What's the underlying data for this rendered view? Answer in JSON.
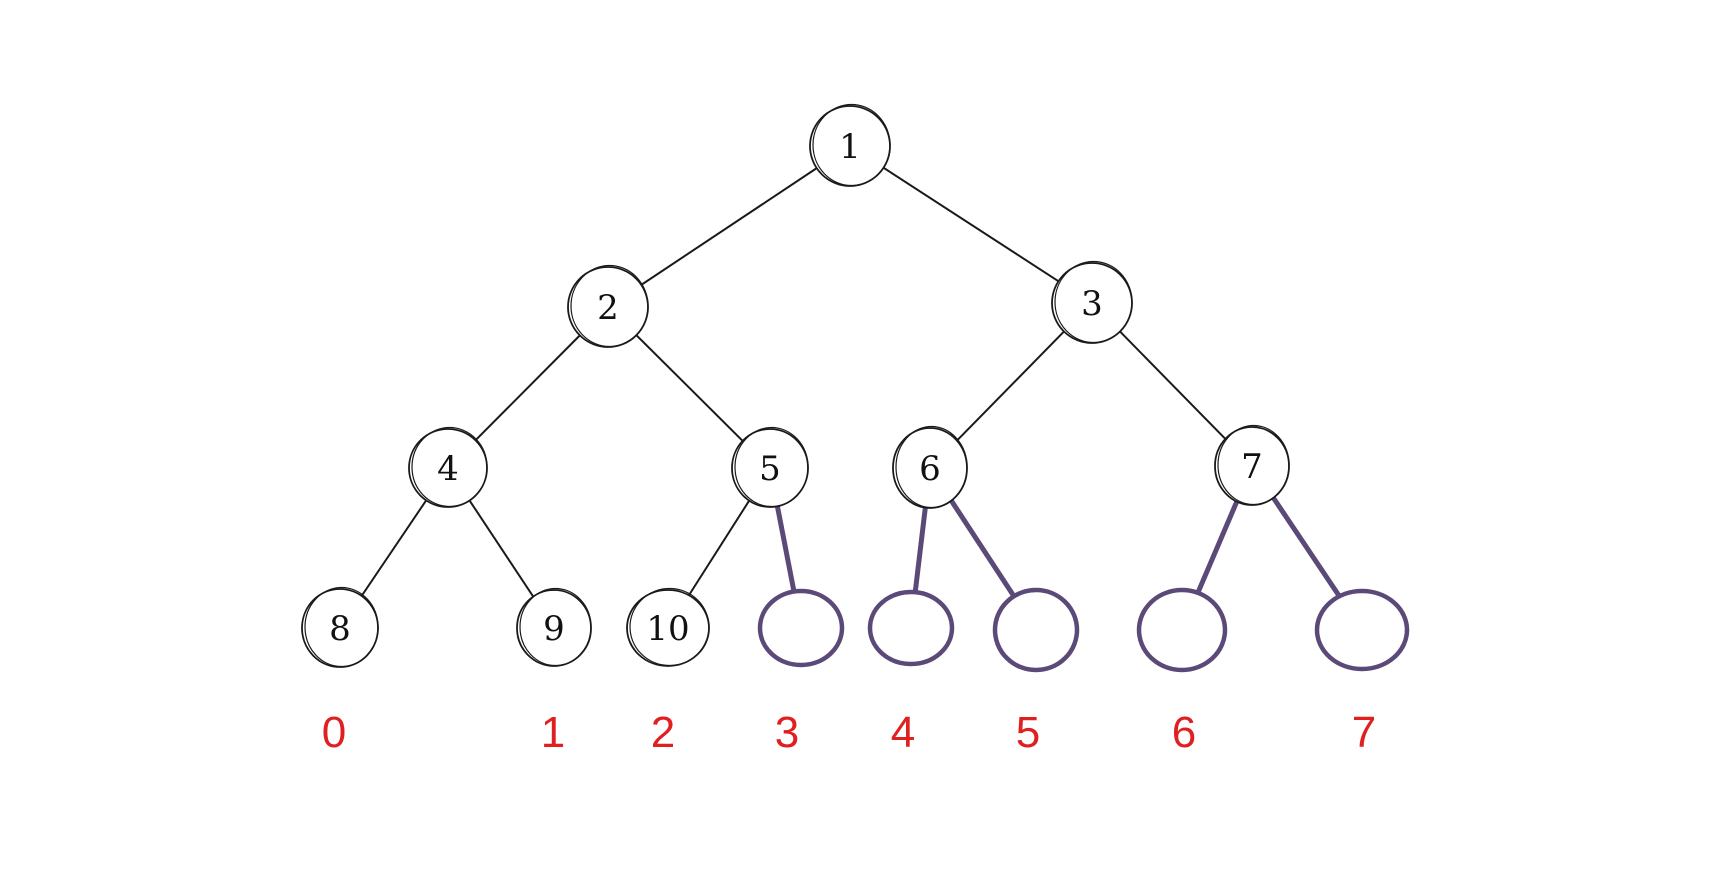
{
  "colors": {
    "background": "#ffffff",
    "filled_stroke": "#1a1a1a",
    "empty_stroke": "#5b4a78",
    "index_label": "#e02020"
  },
  "tree": {
    "nodes": [
      {
        "id": "n1",
        "label": "1",
        "kind": "filled"
      },
      {
        "id": "n2",
        "label": "2",
        "kind": "filled"
      },
      {
        "id": "n3",
        "label": "3",
        "kind": "filled"
      },
      {
        "id": "n4",
        "label": "4",
        "kind": "filled"
      },
      {
        "id": "n5",
        "label": "5",
        "kind": "filled"
      },
      {
        "id": "n6",
        "label": "6",
        "kind": "filled"
      },
      {
        "id": "n7",
        "label": "7",
        "kind": "filled"
      },
      {
        "id": "n8",
        "label": "8",
        "kind": "filled"
      },
      {
        "id": "n9",
        "label": "9",
        "kind": "filled"
      },
      {
        "id": "n10",
        "label": "10",
        "kind": "filled"
      },
      {
        "id": "e1",
        "label": "",
        "kind": "empty"
      },
      {
        "id": "e2",
        "label": "",
        "kind": "empty"
      },
      {
        "id": "e3",
        "label": "",
        "kind": "empty"
      },
      {
        "id": "e4",
        "label": "",
        "kind": "empty"
      },
      {
        "id": "e5",
        "label": "",
        "kind": "empty"
      }
    ],
    "edges": [
      {
        "from": "n1",
        "to": "n2",
        "kind": "filled"
      },
      {
        "from": "n1",
        "to": "n3",
        "kind": "filled"
      },
      {
        "from": "n2",
        "to": "n4",
        "kind": "filled"
      },
      {
        "from": "n2",
        "to": "n5",
        "kind": "filled"
      },
      {
        "from": "n3",
        "to": "n6",
        "kind": "filled"
      },
      {
        "from": "n3",
        "to": "n7",
        "kind": "filled"
      },
      {
        "from": "n4",
        "to": "n8",
        "kind": "filled"
      },
      {
        "from": "n4",
        "to": "n9",
        "kind": "filled"
      },
      {
        "from": "n5",
        "to": "n10",
        "kind": "filled"
      },
      {
        "from": "n5",
        "to": "e1",
        "kind": "empty"
      },
      {
        "from": "n6",
        "to": "e2",
        "kind": "empty"
      },
      {
        "from": "n6",
        "to": "e3",
        "kind": "empty"
      },
      {
        "from": "n7",
        "to": "e4",
        "kind": "empty"
      },
      {
        "from": "n7",
        "to": "e5",
        "kind": "empty"
      }
    ]
  },
  "index_labels": [
    "0",
    "1",
    "2",
    "3",
    "4",
    "5",
    "6",
    "7"
  ]
}
